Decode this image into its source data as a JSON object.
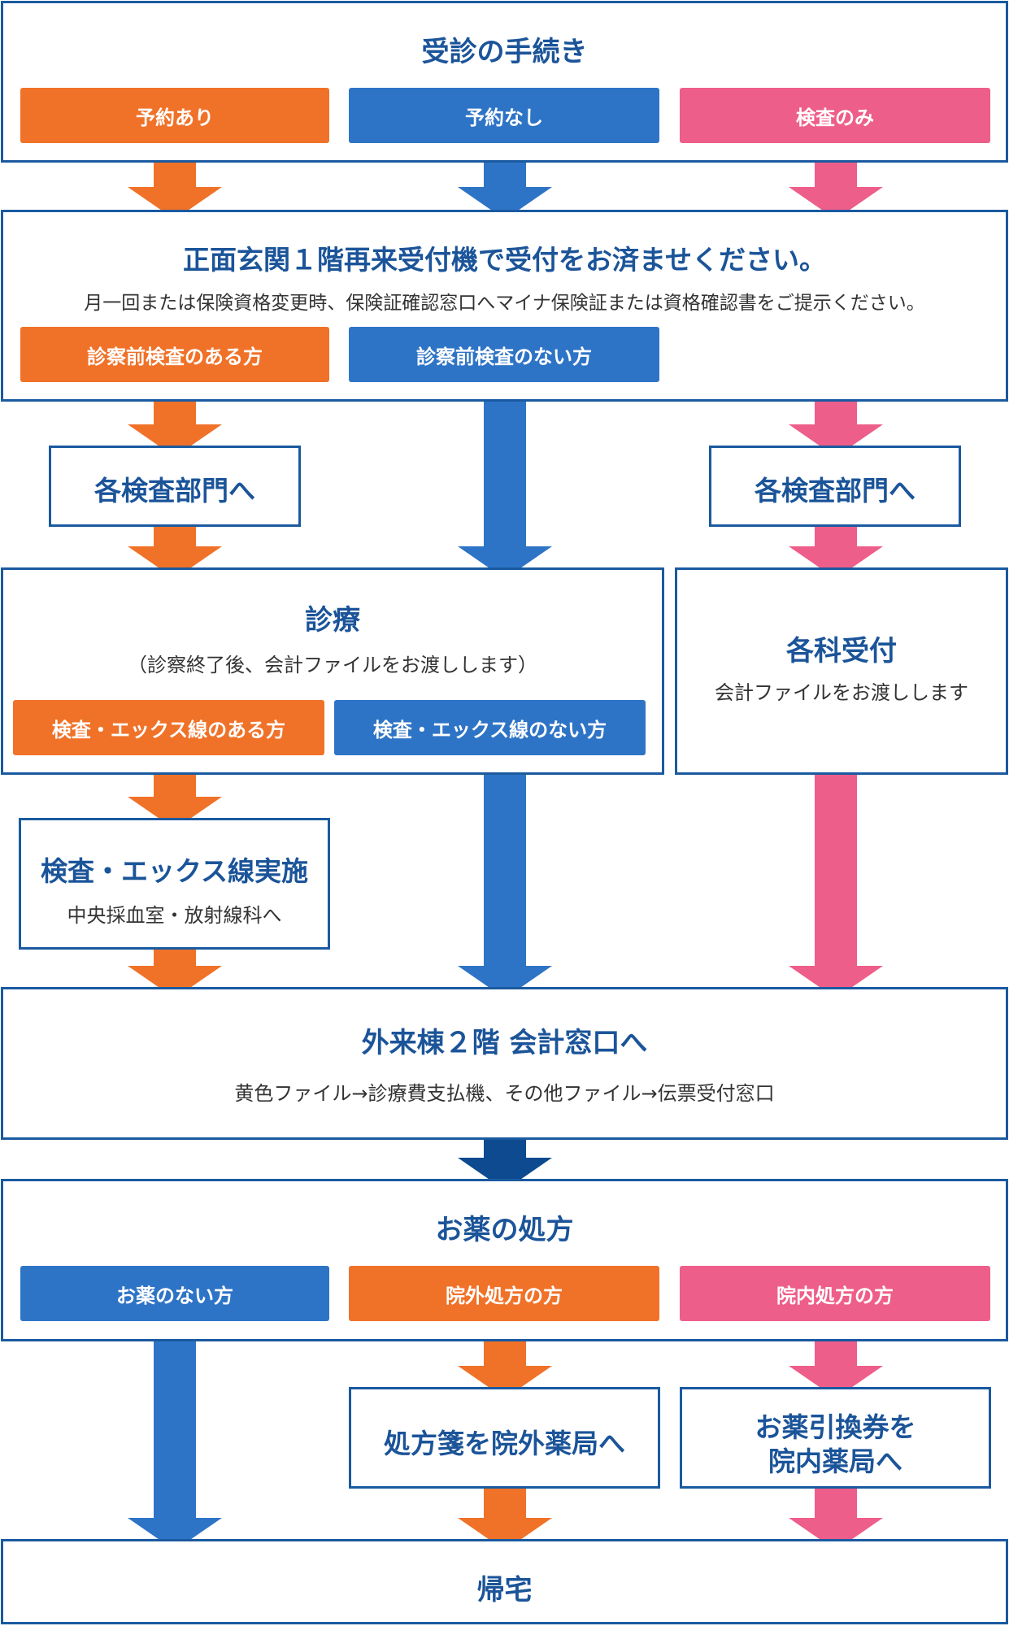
{
  "diagram": {
    "procedure": {
      "title": "受診の手続き",
      "tabs": [
        "予約あり",
        "予約なし",
        "検査のみ"
      ]
    },
    "reception": {
      "title": "正面玄関１階再来受付機で受付をお済ませください。",
      "note": "月一回または保険資格変更時、保険証確認窓口へマイナ保険証または資格確認書をご提示ください。",
      "tabs": [
        "診察前検査のある方",
        "診察前検査のない方"
      ]
    },
    "dept_left": "各検査部門へ",
    "dept_right": "各検査部門へ",
    "consult": {
      "title": "診療",
      "sub": "（診察終了後、会計ファイルをお渡しします）",
      "tabs": [
        "検査・エックス線のある方",
        "検査・エックス線のない方"
      ]
    },
    "dept_reception": {
      "title": "各科受付",
      "sub": "会計ファイルをお渡しします"
    },
    "xray": {
      "title": "検査・エックス線実施",
      "sub": "中央採血室・放射線科へ"
    },
    "cashier": {
      "title": "外来棟２階 会計窓口へ",
      "sub": "黄色ファイル→診療費支払機、その他ファイル→伝票受付窓口"
    },
    "prescription": {
      "title": "お薬の処方",
      "tabs": [
        "お薬のない方",
        "院外処方の方",
        "院内処方の方"
      ]
    },
    "outside_pharmacy": "処方箋を院外薬局へ",
    "inside_pharmacy": [
      "お薬引換券を",
      "院内薬局へ"
    ],
    "home": "帰宅"
  },
  "colors": {
    "orange": "#f07228",
    "blue": "#2e74c6",
    "pink": "#ee5e8a",
    "navy": "#0d4a8f",
    "border": "#1a5aa0",
    "heading": "#1b5499"
  }
}
